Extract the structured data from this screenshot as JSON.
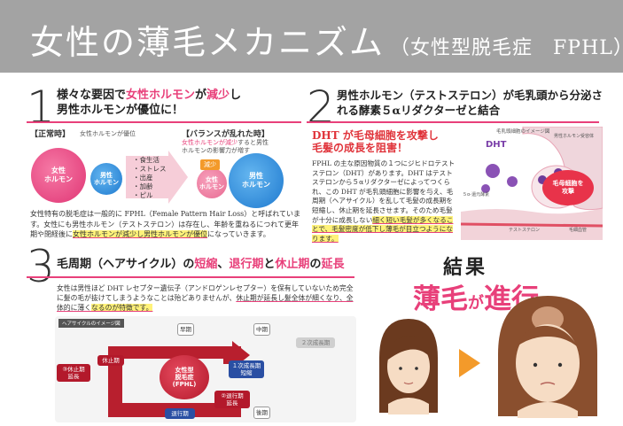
{
  "header": {
    "title": "女性の薄毛メカニズム",
    "subtitle": "（女性型脱毛症　FPHL）"
  },
  "section1": {
    "number": "1",
    "title_parts": [
      "様々な要因で",
      "女性ホルモン",
      "が",
      "減少",
      "し"
    ],
    "title_line2": "男性ホルモンが優位に！",
    "normal_label": "【正常時】",
    "normal_note": "女性ホルモンが優位",
    "unbalanced_label": "【バランスが乱れた時】",
    "unbalanced_note_pink": "女性ホルモンが減少",
    "unbalanced_note_rest": "すると男性",
    "unbalanced_note2": "ホルモンの影響力が増す",
    "circle_female": "女性\nホルモン",
    "circle_male": "男性\nホルモン",
    "decrease_tag": "減少",
    "factors": [
      "・食生活",
      "・ストレス",
      "・出産",
      "・加齢",
      "・ピル"
    ],
    "body_a": "女性特有の脱毛症は一般的に FPHL（Female Pattern Hair Loss）と呼ばれています。女性にも男性ホルモン（テストステロン）は存在し、年齢を重ねるにつれて更年期や閉経後に",
    "body_hl": "女性ホルモンが減少し男性ホルモンが優位",
    "body_b": "になっていきます。"
  },
  "section2": {
    "number": "2",
    "title_line1": "男性ホルモン（テストステロン）が毛乳頭から分泌さ",
    "title_line2": "れる酵素５αリダクターゼと結合",
    "dht_title1": "DHT が毛母細胞を攻撃し",
    "dht_title2": "毛髪の成長を阻害！",
    "body_a": "FPHL の主な原因物質の１つにジヒドロテストステロン（DHT）があります。DHT はテストステロンから５αリダクターゼによってつくられ、この DHT が毛乳頭細胞に影響を与え、毛周期（ヘアサイクル）を乱して毛髪の成長期を短縮し、休止期を延長させます。そのため毛髪が十分に成長しない",
    "body_hl": "細く短い毛髪が多くなることで、毛髪密度が低下し薄毛が目立つようになります。",
    "diagram_dht": "DHT",
    "diagram_attack": "毛母細胞を\n攻撃",
    "diagram_labels": [
      "毛乳頭細胞のイメージ図",
      "男性ホルモン受容体",
      "テストステロン",
      "５α-還元酵素",
      "毛細血管"
    ]
  },
  "section3": {
    "number": "3",
    "title_a": "毛周期（ヘアサイクル）の",
    "title_b": "短縮",
    "title_c": "、",
    "title_d": "退行期",
    "title_e": "と",
    "title_f": "休止期",
    "title_g": "の",
    "title_h": "延長",
    "body_a": "女性は男性ほど DHT レセプター遺伝子（アンドロゲンレセプター）を保有していないため完全に髪の毛が抜けてしまうようなことは殆どありませんが、",
    "body_ul": "休止期が延長し髪全体が細くなり、全体的に薄く",
    "body_hl": "なるのが特徴です。",
    "cycle_label": "ヘアサイクルのイメージ図",
    "stage_early": "早期",
    "stage_mid": "中期",
    "stage_late": "後期",
    "center_line1": "女性型",
    "center_line2": "脱毛症",
    "center_line3": "(FPHL)",
    "box1": "１次成長期\n短縮",
    "box2": "②退行期\n延長",
    "box3": "③休止期\n延長",
    "box_rest": "休止期",
    "box_regress": "退行期",
    "box_growth": "２次成長期"
  },
  "result": {
    "title": "結果",
    "main_a": "薄毛",
    "main_b": "が",
    "main_c": "進行"
  }
}
